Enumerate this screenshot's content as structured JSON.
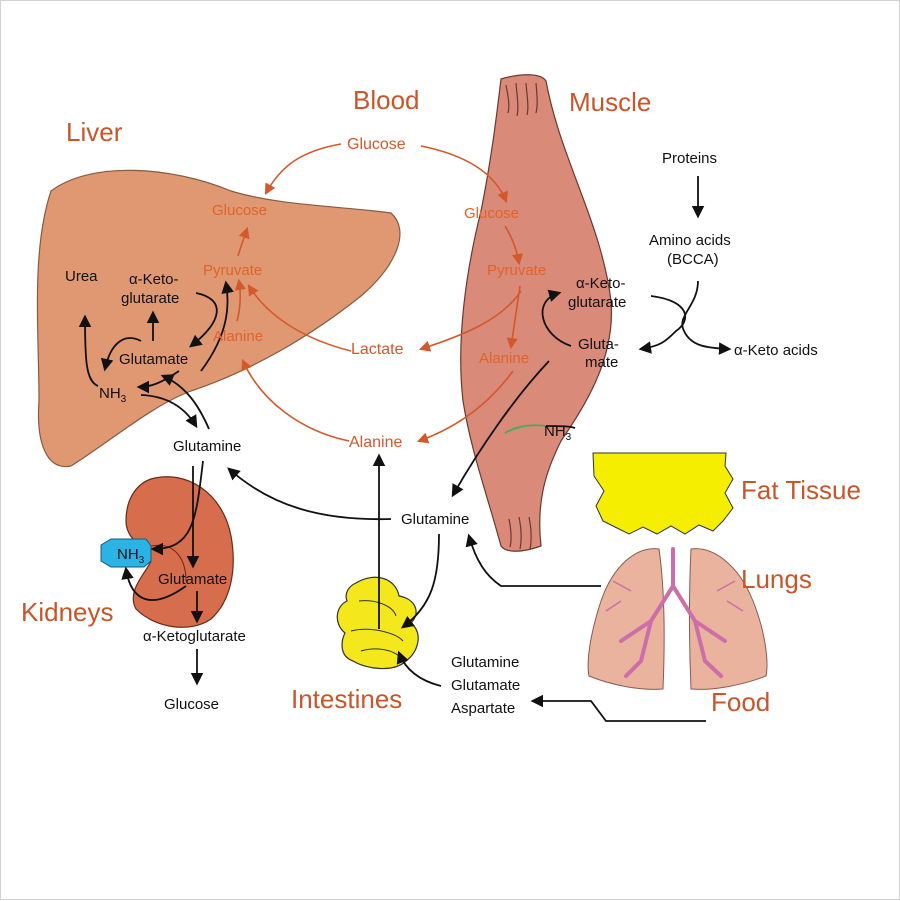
{
  "organs": {
    "liver": "Liver",
    "blood": "Blood",
    "muscle": "Muscle",
    "fat": "Fat Tissue",
    "lungs": "Lungs",
    "kidneys": "Kidneys",
    "intestines": "Intestines",
    "food": "Food"
  },
  "blood_metabolites": {
    "glucose": "Glucose",
    "lactate": "Lactate",
    "alanine": "Alanine"
  },
  "liver_metabolites": {
    "glucose": "Glucose",
    "pyruvate": "Pyruvate",
    "alanine": "Alanine",
    "urea": "Urea",
    "keto_1": "α-Keto-",
    "keto_2": "glutarate",
    "glutamate": "Glutamate",
    "nh3": "NH",
    "nh3_sub": "3",
    "glutamine": "Glutamine"
  },
  "muscle_metabolites": {
    "glucose": "Glucose",
    "pyruvate": "Pyruvate",
    "alanine": "Alanine",
    "keto_1": "α-Keto-",
    "keto_2": "glutarate",
    "gluta_1": "Gluta-",
    "gluta_2": "mate",
    "nh3": "NH",
    "nh3_sub": "3",
    "proteins": "Proteins",
    "amino_1": "Amino acids",
    "amino_2": "(BCCA)",
    "keto_acids": "α-Keto acids"
  },
  "central": {
    "glutamine": "Glutamine"
  },
  "kidney_metabolites": {
    "nh3": "NH",
    "nh3_sub": "3",
    "glutamate": "Glutamate",
    "ketoglutarate": "α-Ketoglutarate",
    "glucose": "Glucose"
  },
  "food_items": {
    "glutamine": "Glutamine",
    "glutamate": "Glutamate",
    "aspartate": "Aspartate"
  },
  "colors": {
    "organ_label": "#c8562a",
    "blood_arrow": "#d4582a",
    "liver_fill": "#df9872",
    "muscle_fill": "#d98a78",
    "kidney_fill": "#d66d4c",
    "intestine_fill": "#f4e71c",
    "fat_fill": "#f6ee00",
    "lung_fill": "#e9b39e",
    "nh3_fill": "#2cb3e5"
  }
}
